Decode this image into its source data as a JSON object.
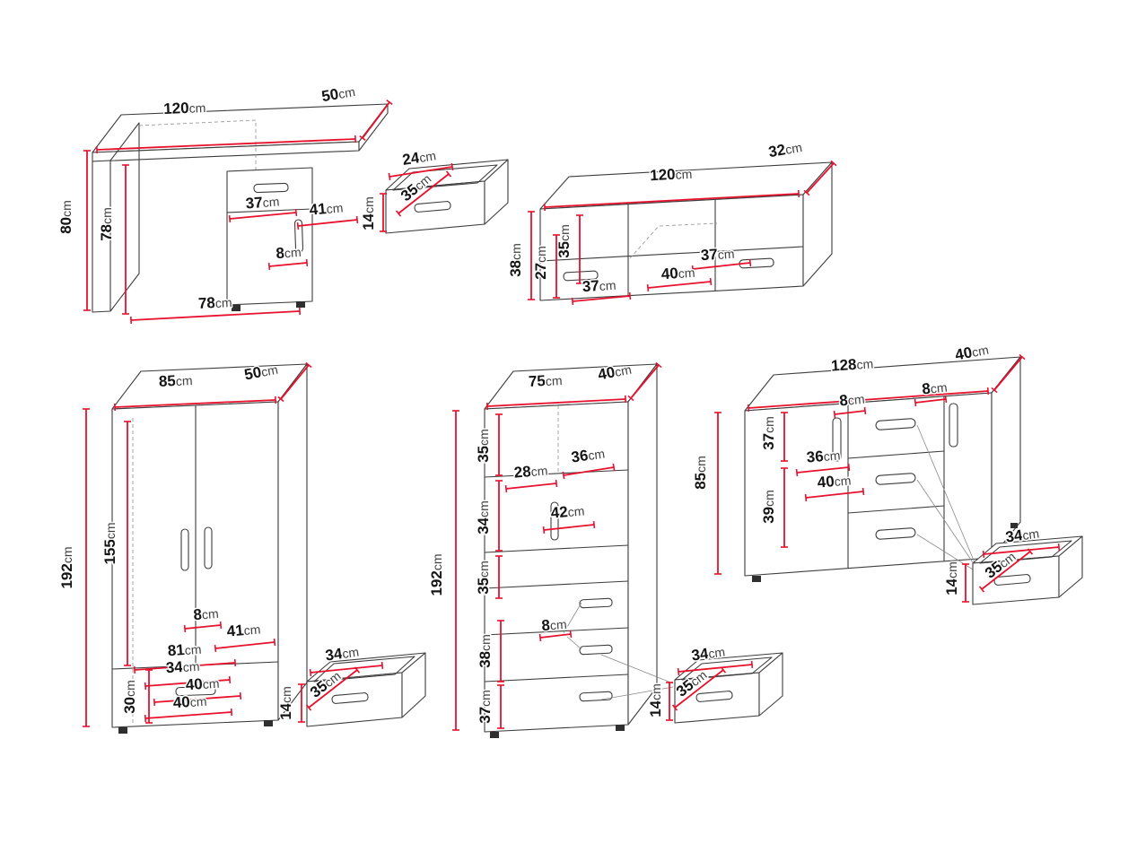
{
  "unit": "cm",
  "colors": {
    "outline": "#3d3d3d",
    "hidden_line": "#9a9a9a",
    "dimension_line": "#e8112d",
    "number_text": "#141414",
    "unit_text": "#3f3f3f",
    "background": "#ffffff"
  },
  "pieces": {
    "desk": {
      "width": "120",
      "depth": "50",
      "height": "80",
      "clearance_height": "78",
      "drawer_width": "37",
      "pedestal_depth": "41",
      "handle_width": "8",
      "clearance_width": "78"
    },
    "desk_drawer": {
      "width": "24",
      "depth": "35",
      "height": "14"
    },
    "wall_unit": {
      "width": "120",
      "depth": "32",
      "height": "38",
      "inner_height_a": "27",
      "inner_height_b": "35",
      "left_section": "37",
      "middle_section": "40",
      "right_section": "37"
    },
    "wardrobe": {
      "width": "85",
      "depth": "50",
      "height": "192",
      "door_height": "155",
      "handle_width": "8",
      "inner_width": "41",
      "span_a": "81",
      "span_b": "34",
      "span_c": "40",
      "span_d": "40",
      "drawer_height": "30"
    },
    "wardrobe_drawer": {
      "width": "34",
      "depth": "35",
      "height": "14"
    },
    "bookcase": {
      "width": "75",
      "depth": "40",
      "height": "192",
      "section_a": "35",
      "shelf_width": "28",
      "top_depth": "36",
      "section_b": "34",
      "door_width": "42",
      "section_c": "35",
      "section_d": "38",
      "handle_width": "8",
      "section_e": "37"
    },
    "bookcase_drawer": {
      "width": "34",
      "depth": "35",
      "height": "14"
    },
    "dresser": {
      "width": "128",
      "depth": "40",
      "height": "85",
      "section_a": "37",
      "section_b": "39",
      "handle_a": "8",
      "handle_b": "8",
      "inner_width_a": "36",
      "inner_width_b": "40"
    },
    "dresser_drawer": {
      "width": "34",
      "depth": "35",
      "height": "14"
    }
  }
}
